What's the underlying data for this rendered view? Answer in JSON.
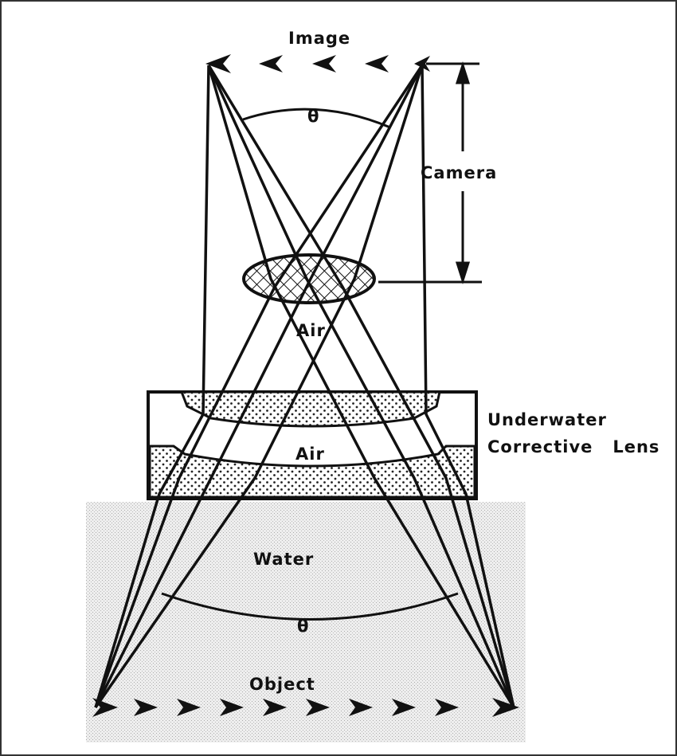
{
  "labels": {
    "image": "Image",
    "theta_top": "θ",
    "camera": "Camera",
    "air_upper": "Air",
    "air_lower": "Air",
    "lens_line1": "Underwater",
    "lens_line2": "Corrective   Lens",
    "water": "Water",
    "theta_bottom": "θ",
    "object": "Object"
  }
}
